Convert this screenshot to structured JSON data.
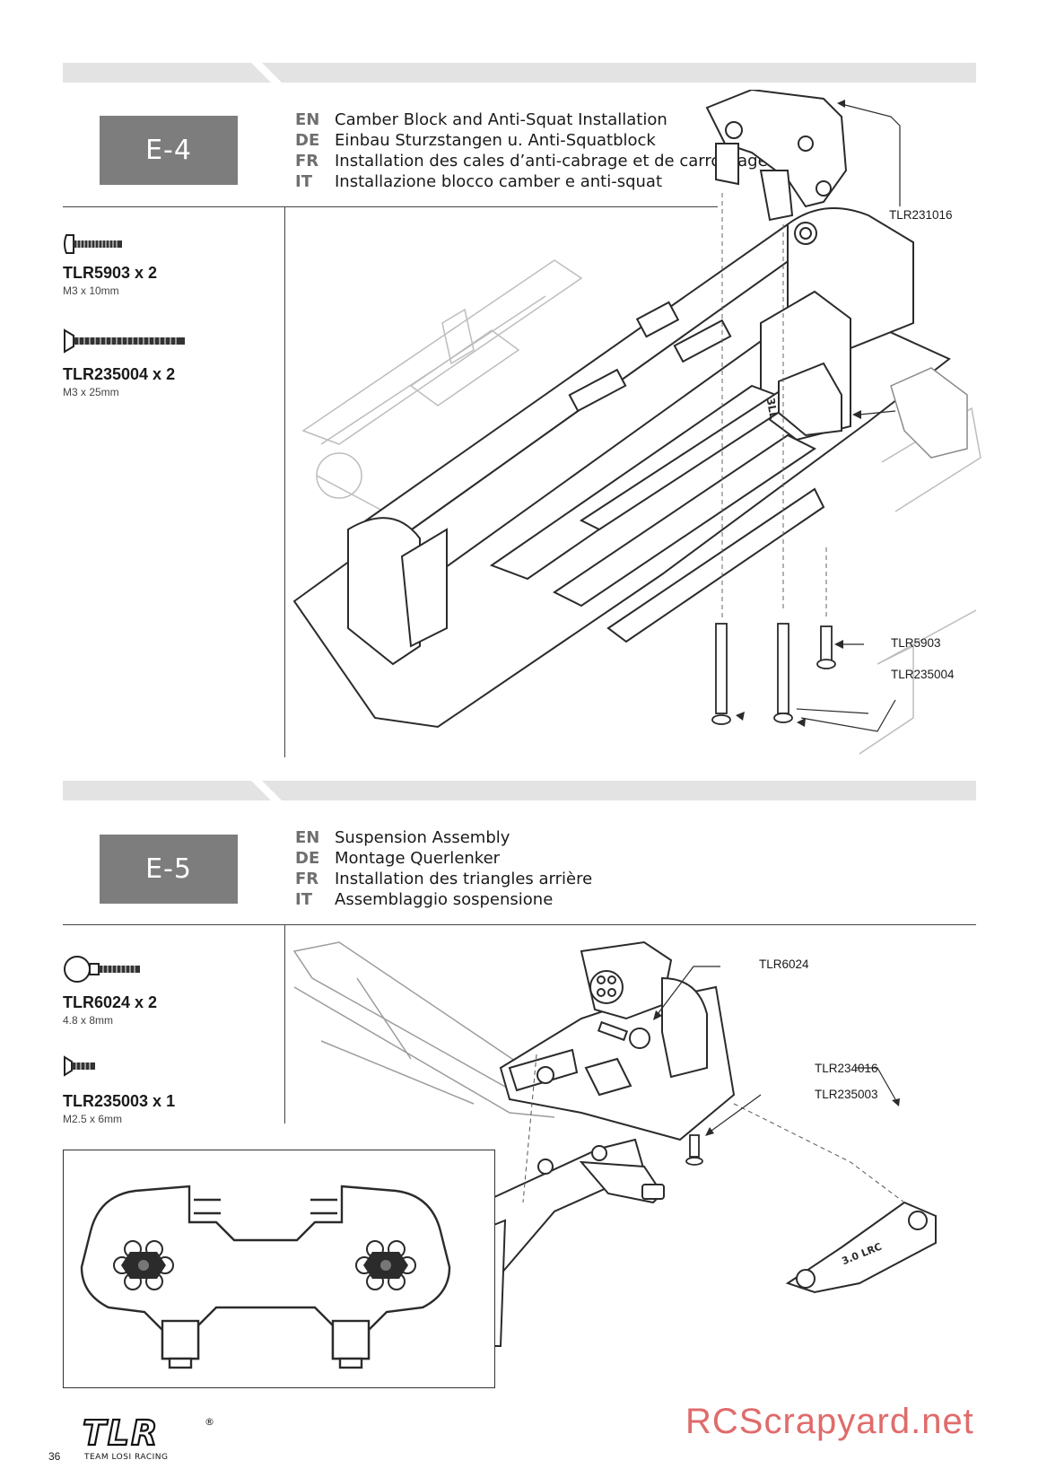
{
  "steps": [
    {
      "id": "E-4",
      "lines": [
        {
          "code": "EN",
          "text": "Camber Block and Anti-Squat Installation"
        },
        {
          "code": "DE",
          "text": "Einbau Sturzstangen u. Anti-Squatblock"
        },
        {
          "code": "FR",
          "text": "Installation des cales d’anti-cabrage et de carrossage"
        },
        {
          "code": "IT",
          "text": "Installazione blocco camber e anti-squat"
        }
      ],
      "parts": [
        {
          "id": "TLR5903 x 2",
          "dim": "M3 x 10mm"
        },
        {
          "id": "TLR235004 x 2",
          "dim": "M3 x 25mm"
        }
      ],
      "callouts": [
        "TLR231016",
        "TLR5903",
        "TLR235004"
      ],
      "drawing_marks": [
        "3LL"
      ]
    },
    {
      "id": "E-5",
      "lines": [
        {
          "code": "EN",
          "text": "Suspension Assembly"
        },
        {
          "code": "DE",
          "text": "Montage Querlenker"
        },
        {
          "code": "FR",
          "text": "Installation des triangles arrière"
        },
        {
          "code": "IT",
          "text": "Assemblaggio sospensione"
        }
      ],
      "parts": [
        {
          "id": "TLR6024 x 2",
          "dim": "4.8 x 8mm"
        },
        {
          "id": "TLR235003 x 1",
          "dim": "M2.5 x 6mm"
        }
      ],
      "callouts": [
        "TLR6024",
        "TLR234016",
        "TLR235003"
      ],
      "drawing_marks": [
        "3.0 LRC"
      ]
    }
  ],
  "footer": {
    "page_number": "36",
    "brand_letters": "TLR",
    "brand_sub": "TEAM LOSI RACING",
    "registered": "®",
    "watermark": "RCScrapyard.net"
  },
  "colors": {
    "step_box": "#7d7d7d",
    "header_bar": "#e3e3e3",
    "lang_code": "#6f6f6f",
    "watermark": "#e06b6b"
  }
}
